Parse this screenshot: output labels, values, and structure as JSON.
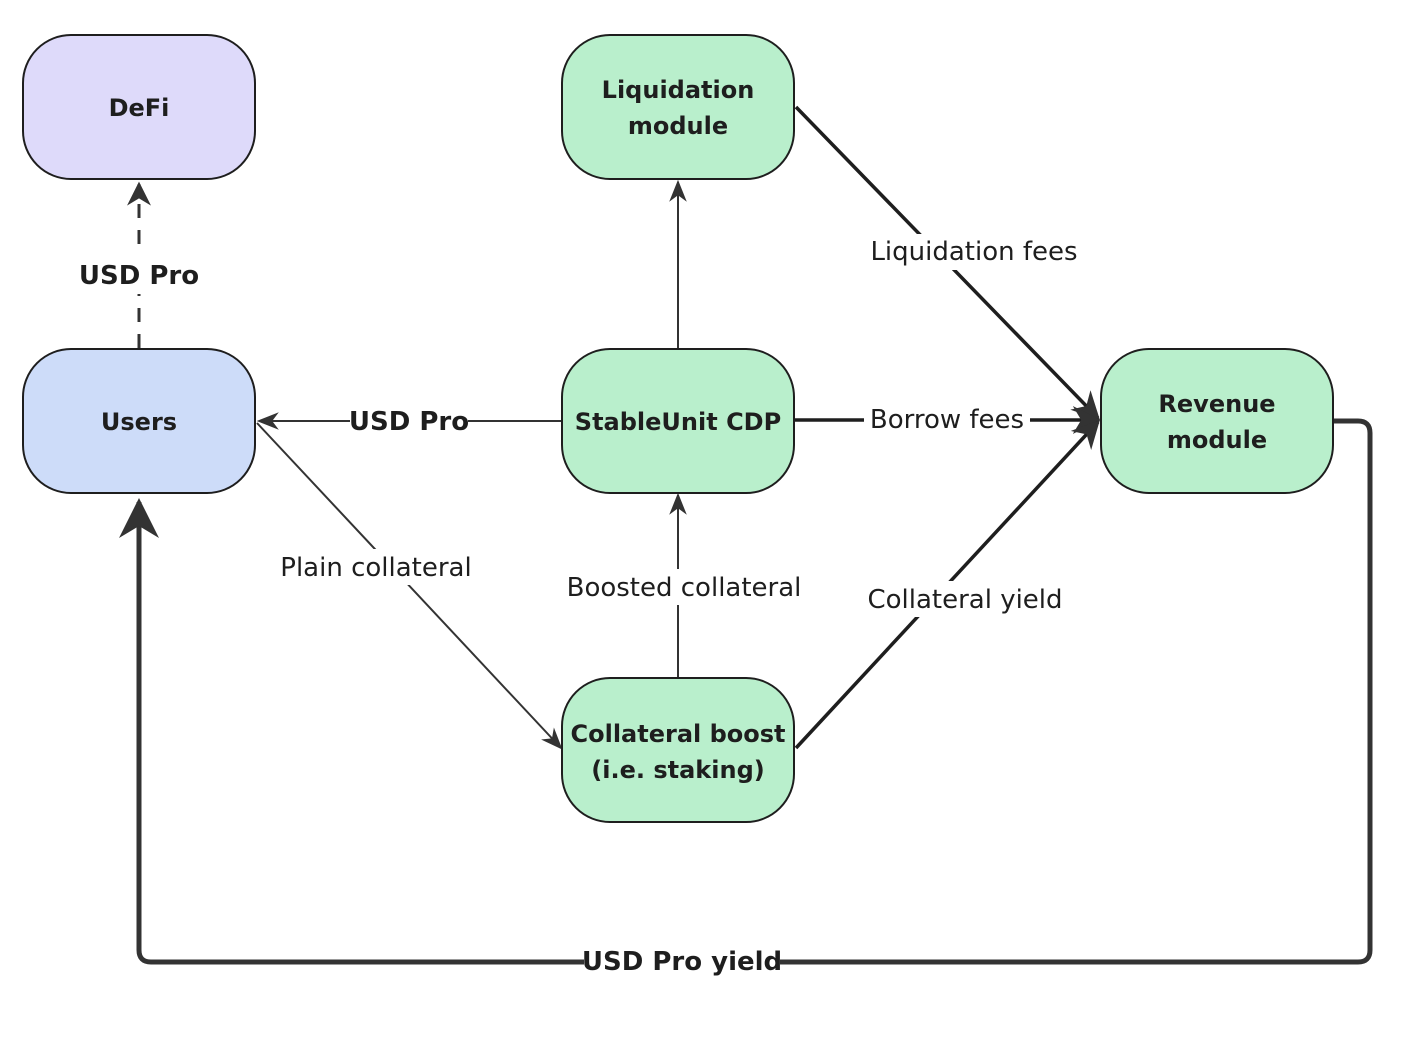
{
  "colors": {
    "defi": "#dedafa",
    "users": "#cddcf9",
    "module": "#b9efcc",
    "stroke": "#1e1e1e",
    "edge": "#333333"
  },
  "nodes": {
    "defi": {
      "label": "DeFi"
    },
    "liquidation": {
      "line1": "Liquidation",
      "line2": "module"
    },
    "users": {
      "label": "Users"
    },
    "cdp": {
      "label": "StableUnit CDP"
    },
    "revenue": {
      "line1": "Revenue",
      "line2": "module"
    },
    "boost": {
      "line1": "Collateral boost",
      "line2": "(i.e. staking)"
    }
  },
  "edges": {
    "users_to_defi": {
      "label": "USD Pro",
      "style": "dashed"
    },
    "cdp_to_users": {
      "label": "USD Pro"
    },
    "cdp_to_liquidation": {
      "label": ""
    },
    "liquidation_to_revenue": {
      "label": "Liquidation fees"
    },
    "cdp_to_revenue": {
      "label": "Borrow fees"
    },
    "users_to_boost": {
      "label": "Plain collateral"
    },
    "boost_to_cdp": {
      "label": "Boosted collateral"
    },
    "boost_to_revenue": {
      "label": "Collateral yield"
    },
    "revenue_to_users": {
      "label": "USD Pro yield"
    }
  }
}
